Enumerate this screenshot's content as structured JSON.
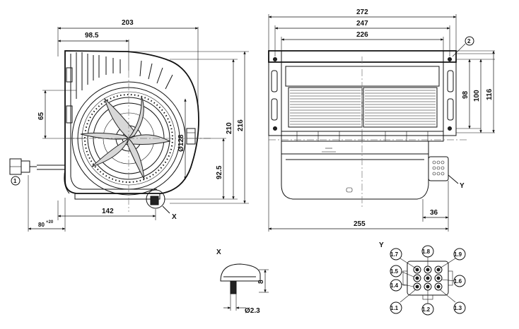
{
  "front_view": {
    "dims": {
      "width_203": "203",
      "width_98_5": "98.5",
      "height_65": "65",
      "diameter_128": "Ø128",
      "height_210": "210",
      "height_216": "216",
      "height_92_5": "92.5",
      "width_142": "142",
      "width_80": "80",
      "tol_80": "+20"
    },
    "callout_1": "1",
    "detail_x": "X"
  },
  "side_view": {
    "dims": {
      "width_272": "272",
      "width_247": "247",
      "width_226": "226",
      "height_98": "98",
      "height_100": "100",
      "height_116": "116",
      "width_36": "36",
      "width_255": "255"
    },
    "callout_2": "2",
    "detail_y": "Y"
  },
  "detail_x": {
    "title": "X",
    "dim_8": "8",
    "dim_2_3": "Ø2.3"
  },
  "detail_y": {
    "title": "Y",
    "pins": [
      "1.1",
      "1.2",
      "1.3",
      "1.4",
      "1.5",
      "1.6",
      "1.7",
      "1.8",
      "1.9"
    ]
  }
}
